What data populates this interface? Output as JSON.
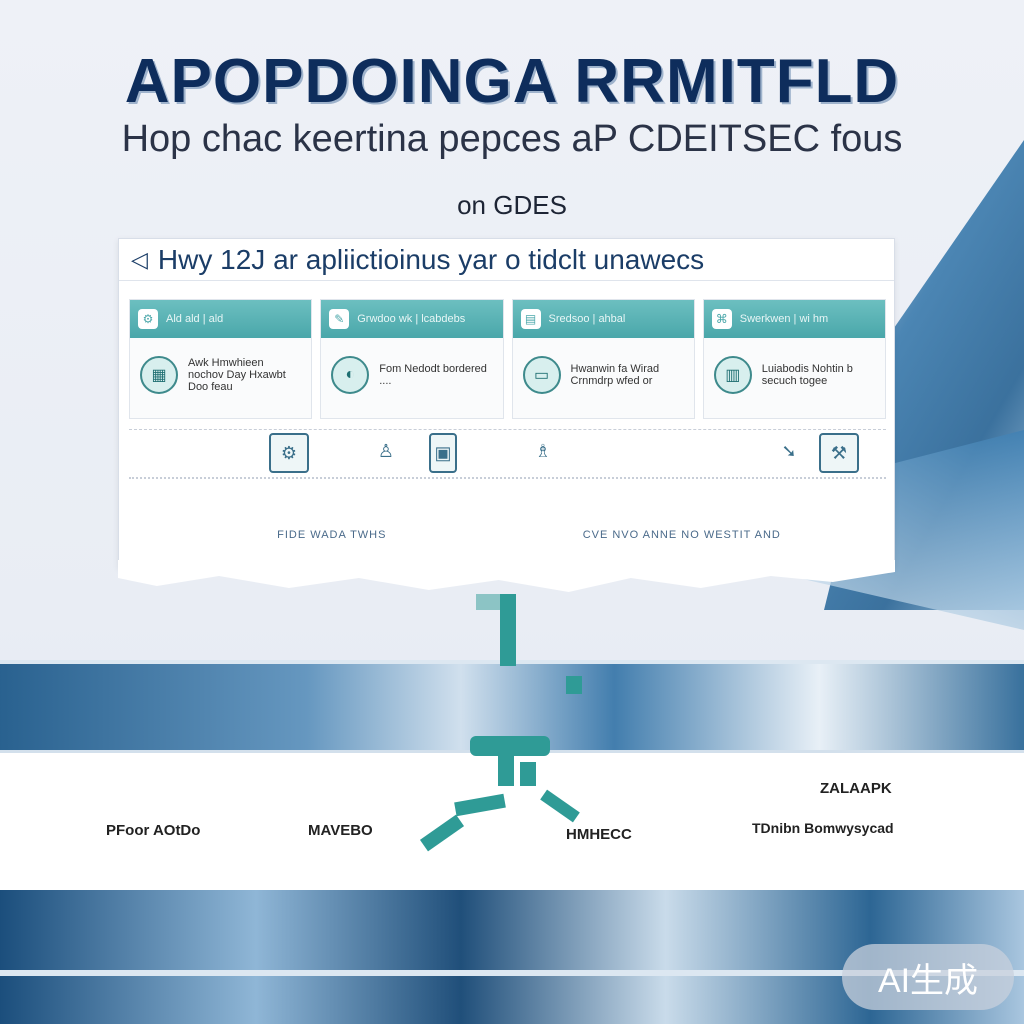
{
  "header": {
    "title": "APOPDOINGA RRMITFLD",
    "subtitle": "Hop chac keertina pepces aP CDEITSEC fous",
    "label": "on GDES"
  },
  "panel": {
    "heading": "Hwy 12J ar apliictioinus yar o tidclt unawecs",
    "cards": [
      {
        "head": "Ald ald | ald",
        "body": "Awk Hmwhieen nochov Day Hxawbt Doo feau"
      },
      {
        "head": "Grwdoo wk | lcabdebs",
        "body": "Fom Nedodt bordered ...."
      },
      {
        "head": "Sredsoo | ahbal",
        "body": "Hwanwin fa Wirad Crnmdrp wfed or"
      },
      {
        "head": "Swerkwen | wi hm",
        "body": "Luiabodis Nohtin b secuch togee"
      }
    ],
    "footer": [
      "FIDE WADA TWHS",
      "CVE NVO ANNE NO WESTIT AND"
    ]
  },
  "bottom": {
    "labels": [
      "PFoor AOtDo",
      "MAVEBO",
      "HMHECC",
      "TDnibn Bomwysycad",
      "ZALAAPK"
    ]
  },
  "badge": {
    "text": "AI生成"
  },
  "colors": {
    "title": "#0e2d5c",
    "accent": "#4aa7aa",
    "band": "#1f5a8a"
  }
}
